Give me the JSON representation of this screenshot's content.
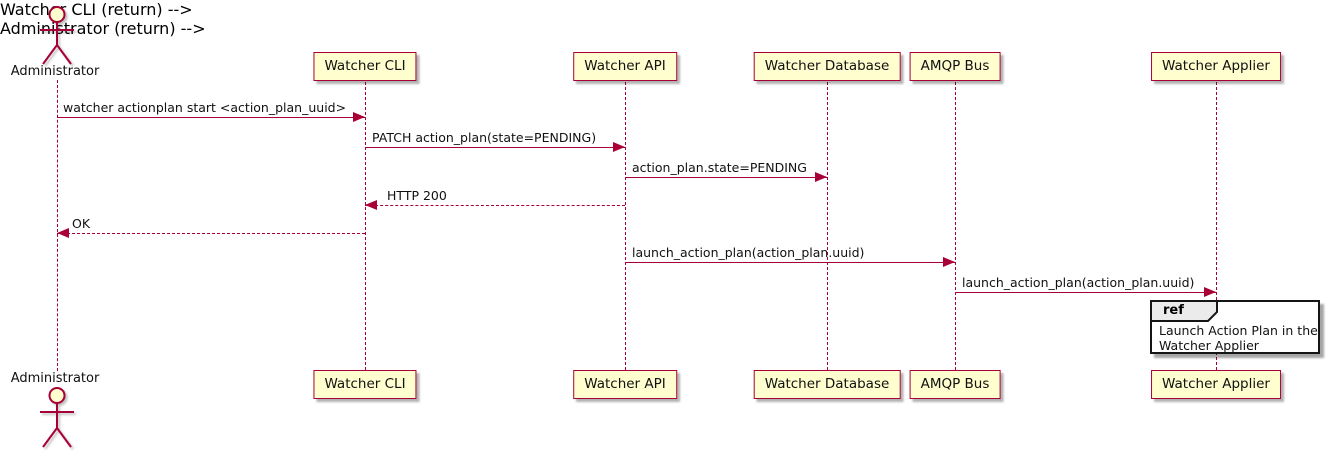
{
  "diagram": {
    "type": "sequence",
    "actor": {
      "name": "Administrator"
    },
    "participants": [
      {
        "label": "Watcher CLI"
      },
      {
        "label": "Watcher API"
      },
      {
        "label": "Watcher Database"
      },
      {
        "label": "AMQP Bus"
      },
      {
        "label": "Watcher Applier"
      }
    ],
    "messages": [
      {
        "from": "Administrator",
        "to": "Watcher CLI",
        "text": "watcher actionplan start <action_plan_uuid>",
        "line": "solid"
      },
      {
        "from": "Watcher CLI",
        "to": "Watcher API",
        "text": "PATCH action_plan(state=PENDING)",
        "line": "solid"
      },
      {
        "from": "Watcher API",
        "to": "Watcher Database",
        "text": "action_plan.state=PENDING",
        "line": "solid"
      },
      {
        "from": "Watcher API",
        "to": "Watcher CLI",
        "text": "HTTP 200",
        "line": "dashed"
      },
      {
        "from": "Watcher CLI",
        "to": "Administrator",
        "text": "OK",
        "line": "dashed"
      },
      {
        "from": "Watcher API",
        "to": "AMQP Bus",
        "text": "launch_action_plan(action_plan.uuid)",
        "line": "solid"
      },
      {
        "from": "AMQP Bus",
        "to": "Watcher Applier",
        "text": "launch_action_plan(action_plan.uuid)",
        "line": "solid"
      }
    ],
    "ref": {
      "keyword": "ref",
      "lines": [
        "Launch Action Plan in the",
        "Watcher Applier"
      ]
    },
    "colors": {
      "accent": "#A80036",
      "participant_fill": "#FEFECE",
      "ref_header_fill": "#EBEBEB",
      "text": "#111111"
    }
  }
}
